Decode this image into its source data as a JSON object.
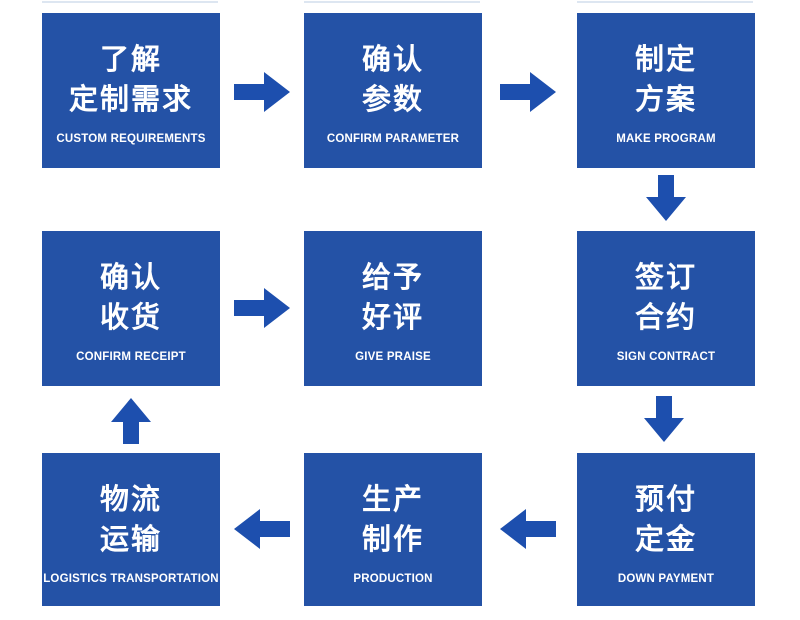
{
  "colors": {
    "box_blue": "#2452a6",
    "arrow_blue": "#1d4fae",
    "text_white": "#ffffff",
    "top_line": "#dde6f1",
    "background": "#ffffff"
  },
  "flow": {
    "steps": [
      {
        "id": "custom-requirements",
        "zh1": "了解",
        "zh2": "定制需求",
        "en": "CUSTOM REQUIREMENTS"
      },
      {
        "id": "confirm-parameter",
        "zh1": "确认",
        "zh2": "参数",
        "en": "CONFIRM PARAMETER"
      },
      {
        "id": "make-program",
        "zh1": "制定",
        "zh2": "方案",
        "en": "MAKE PROGRAM"
      },
      {
        "id": "sign-contract",
        "zh1": "签订",
        "zh2": "合约",
        "en": "SIGN CONTRACT"
      },
      {
        "id": "down-payment",
        "zh1": "预付",
        "zh2": "定金",
        "en": "DOWN PAYMENT"
      },
      {
        "id": "production",
        "zh1": "生产",
        "zh2": "制作",
        "en": "PRODUCTION"
      },
      {
        "id": "logistics-transportation",
        "zh1": "物流",
        "zh2": "运输",
        "en": "LOGISTICS TRANSPORTATION"
      },
      {
        "id": "confirm-receipt",
        "zh1": "确认",
        "zh2": "收货",
        "en": "CONFIRM RECEIPT"
      },
      {
        "id": "give-praise",
        "zh1": "给予",
        "zh2": "好评",
        "en": "GIVE PRAISE"
      }
    ],
    "arrows": [
      {
        "direction": "right",
        "from": "custom-requirements",
        "to": "confirm-parameter"
      },
      {
        "direction": "right",
        "from": "confirm-parameter",
        "to": "make-program"
      },
      {
        "direction": "down",
        "from": "make-program",
        "to": "sign-contract"
      },
      {
        "direction": "down",
        "from": "sign-contract",
        "to": "down-payment"
      },
      {
        "direction": "left",
        "from": "down-payment",
        "to": "production"
      },
      {
        "direction": "left",
        "from": "production",
        "to": "logistics-transportation"
      },
      {
        "direction": "up",
        "from": "logistics-transportation",
        "to": "confirm-receipt"
      },
      {
        "direction": "right",
        "from": "confirm-receipt",
        "to": "give-praise"
      }
    ]
  }
}
